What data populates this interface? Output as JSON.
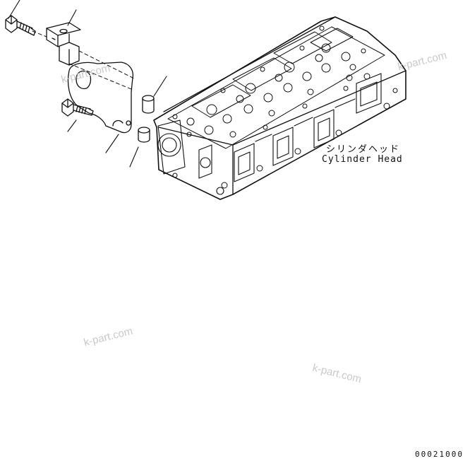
{
  "diagram": {
    "part_name_jp": "シリンダヘッド",
    "part_name_en": "Cylinder Head",
    "figure_number": "00021000",
    "watermark": "k-part.com"
  }
}
